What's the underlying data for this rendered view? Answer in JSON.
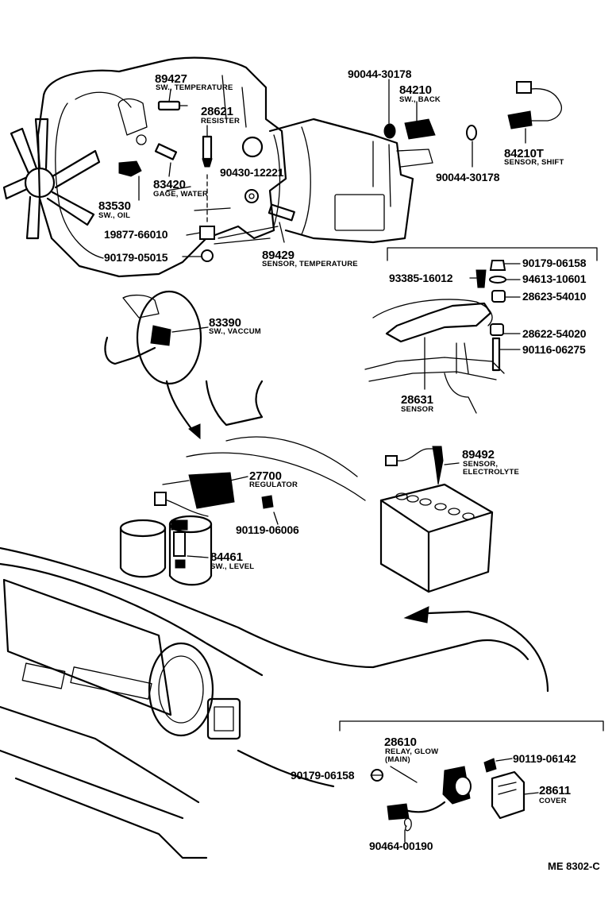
{
  "diagram_id": "ME 8302-C",
  "parts": [
    {
      "number": "89427",
      "name": "SW., TEMPERATURE"
    },
    {
      "number": "28621",
      "name": "RESISTER"
    },
    {
      "number": "83420",
      "name": "GAGE, WATER"
    },
    {
      "number": "83530",
      "name": "SW., OIL"
    },
    {
      "number": "19877-66010",
      "name": ""
    },
    {
      "number": "90179-05015",
      "name": ""
    },
    {
      "number": "90430-12221",
      "name": ""
    },
    {
      "number": "89429",
      "name": "SENSOR, TEMPERATURE"
    },
    {
      "number": "90044-30178",
      "name": ""
    },
    {
      "number": "84210",
      "name": "SW., BACK"
    },
    {
      "number": "90044-30178",
      "name": ""
    },
    {
      "number": "84210T",
      "name": "SENSOR, SHIFT"
    },
    {
      "number": "90179-06158",
      "name": ""
    },
    {
      "number": "93385-16012",
      "name": ""
    },
    {
      "number": "94613-10601",
      "name": ""
    },
    {
      "number": "28623-54010",
      "name": ""
    },
    {
      "number": "28622-54020",
      "name": ""
    },
    {
      "number": "90116-06275",
      "name": ""
    },
    {
      "number": "28631",
      "name": "SENSOR"
    },
    {
      "number": "83390",
      "name": "SW., VACCUM"
    },
    {
      "number": "27700",
      "name": "REGULATOR"
    },
    {
      "number": "90119-06006",
      "name": ""
    },
    {
      "number": "84461",
      "name": "SW., LEVEL"
    },
    {
      "number": "89492",
      "name": "SENSOR,"
    },
    {
      "number": "",
      "name": "ELECTROLYTE"
    },
    {
      "number": "28610",
      "name": "RELAY, GLOW"
    },
    {
      "number": "",
      "name": "(MAIN)"
    },
    {
      "number": "90119-06142",
      "name": ""
    },
    {
      "number": "90179-06158",
      "name": ""
    },
    {
      "number": "28611",
      "name": "COVER"
    },
    {
      "number": "90464-00190",
      "name": ""
    }
  ]
}
